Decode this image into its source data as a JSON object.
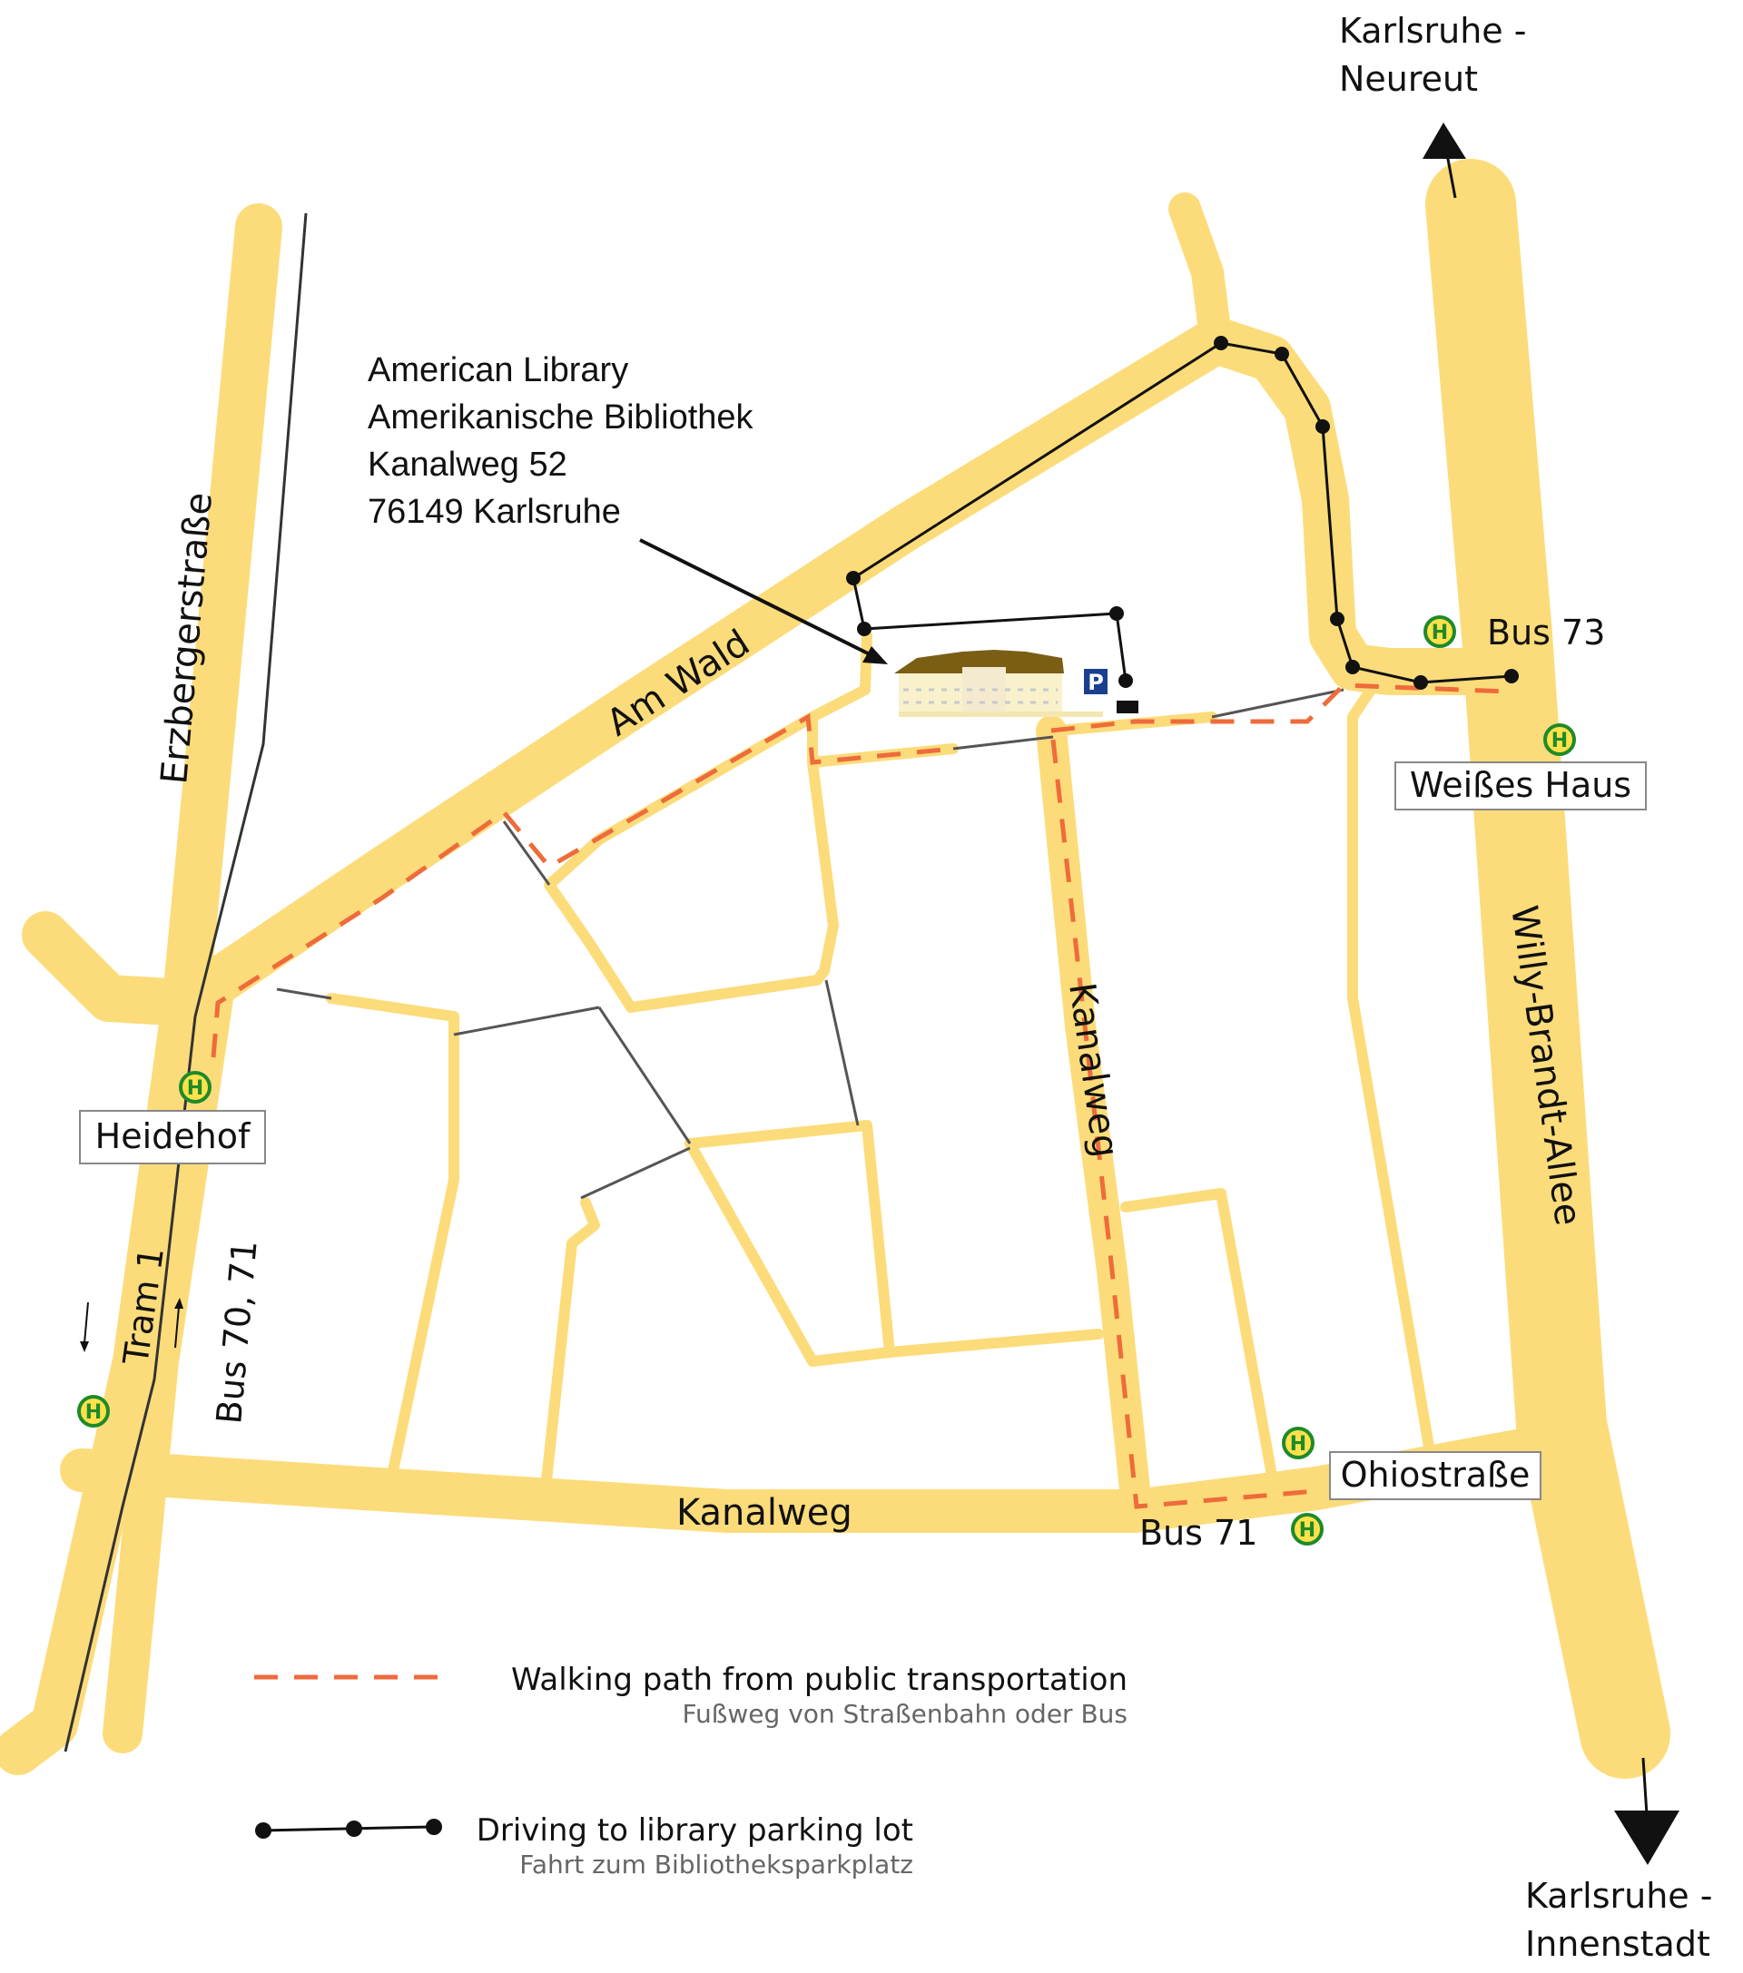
{
  "library": {
    "line1": "American Library",
    "line2": "Amerikanische Bibliothek",
    "line3": "Kanalweg 52",
    "line4": "76149 Karlsruhe"
  },
  "streets": {
    "erzberger": "Erzbergerstraße",
    "am_wald": "Am Wald",
    "kanalweg_vertical": "Kanalweg",
    "kanalweg_horizontal": "Kanalweg",
    "willy_brandt": "Willy-Brandt-Allee"
  },
  "transit": {
    "tram": "Tram 1",
    "bus_70_71": "Bus 70, 71",
    "bus_73": "Bus 73",
    "bus_71": "Bus 71"
  },
  "stops": {
    "heidehof": "Heidehof",
    "weisses_haus": "Weißes Haus",
    "ohiostrasse": "Ohiostraße"
  },
  "destinations": {
    "north_line1": "Karlsruhe -",
    "north_line2": "Neureut",
    "south_line1": "Karlsruhe -",
    "south_line2": "Innenstadt"
  },
  "legend": {
    "walking_en": "Walking path from public transportation",
    "walking_de": "Fußweg von Straßenbahn oder Bus",
    "driving_en": "Driving to library parking lot",
    "driving_de": "Fahrt zum Bibliotheksparkplatz"
  },
  "symbols": {
    "stop_letter": "H",
    "parking_letter": "P"
  },
  "colors": {
    "road": "#fcdc7a",
    "walking_path": "#ee6b3b",
    "driving_path": "#111111",
    "stop_ring": "#1e8a2a",
    "parking": "#1a3f8f"
  }
}
